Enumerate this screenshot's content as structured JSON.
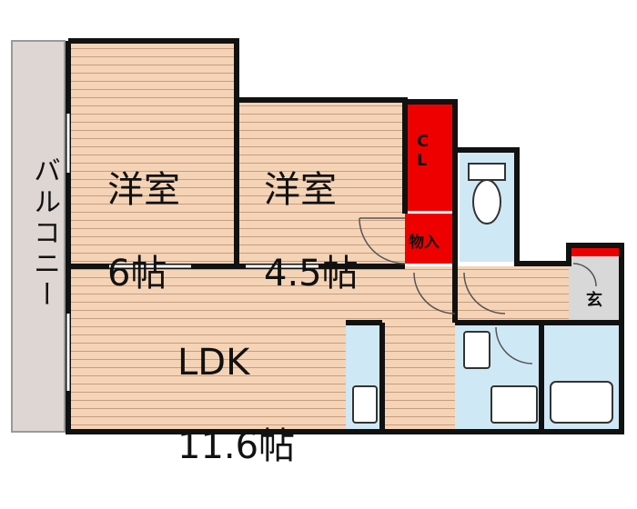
{
  "rooms": {
    "western1": {
      "name": "洋室",
      "size": "6帖"
    },
    "western2": {
      "name": "洋室",
      "size": "4.5帖"
    },
    "ldk": {
      "name": "LDK",
      "size": "11.6帖"
    },
    "closet": {
      "label": "CL"
    },
    "storage": {
      "label": "物入"
    },
    "entrance": {
      "label": "玄"
    },
    "balcony": {
      "label": "バルコニー"
    }
  },
  "colors": {
    "floor": "#f5d3b6",
    "floor_line": "#c99c7e",
    "wall": "#111111",
    "closet": "#ee0000",
    "wet_area": "#cfe8f6",
    "balcony": "#ddd6d2",
    "entrance": "#d8d8d8"
  }
}
